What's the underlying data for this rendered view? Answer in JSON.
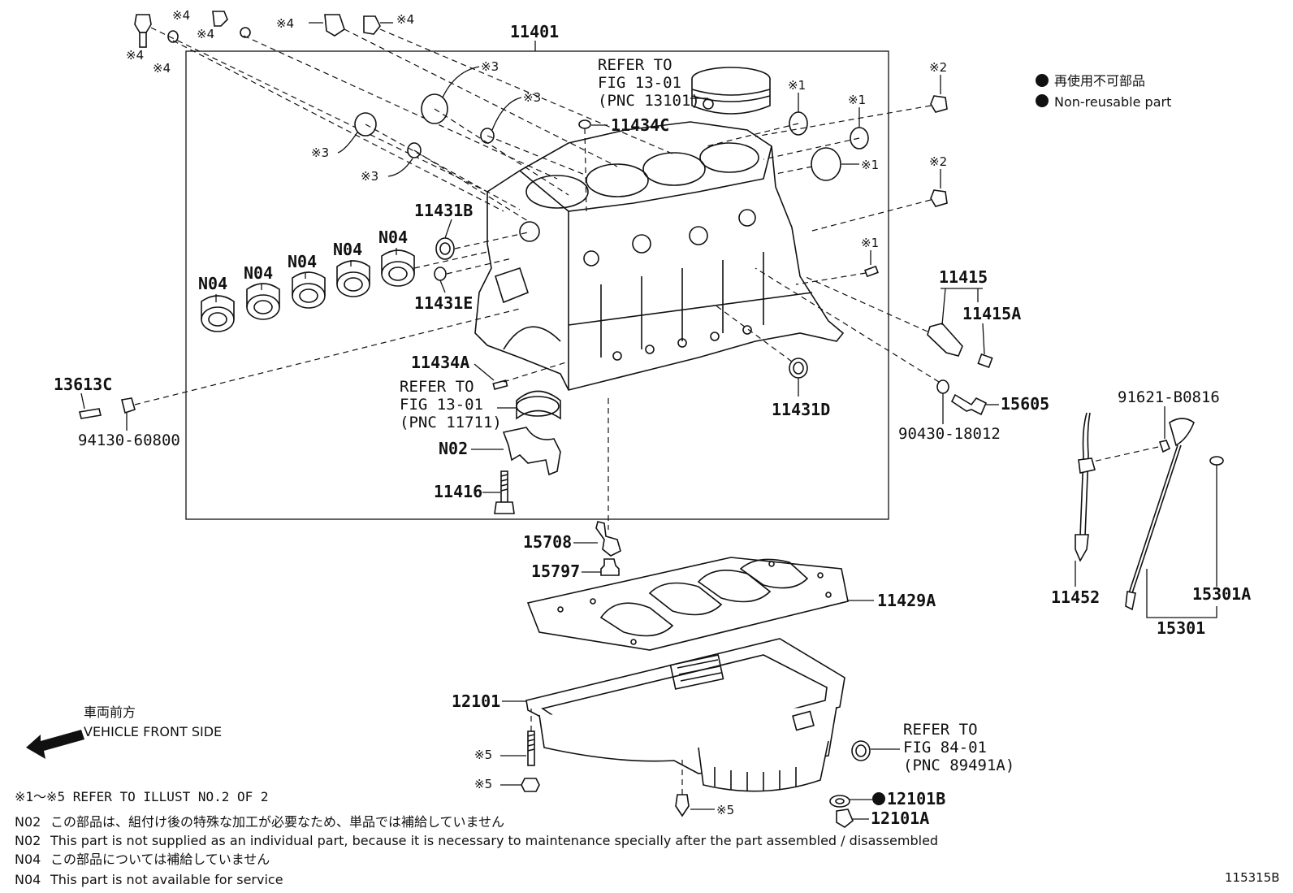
{
  "diagram": {
    "callouts": {
      "p11401": "11401",
      "p11434C": "11434C",
      "p11431B": "11431B",
      "p11431E": "11431E",
      "p11434A": "11434A",
      "p11431D": "11431D",
      "p11415": "11415",
      "p11415A": "11415A",
      "p15605": "15605",
      "p90430": "90430-18012",
      "p13613C": "13613C",
      "p94130": "94130-60800",
      "n02": "N02",
      "p11416": "11416",
      "p15708": "15708",
      "p15797": "15797",
      "p11429A": "11429A",
      "p12101": "12101",
      "p12101B": "12101B",
      "p12101A": "12101A",
      "p91621": "91621-B0816",
      "p11452": "11452",
      "p15301A": "15301A",
      "p15301": "15301"
    },
    "n04_labels": [
      "N04",
      "N04",
      "N04",
      "N04",
      "N04"
    ],
    "marks": {
      "m1": "※1",
      "m2": "※2",
      "m3": "※3",
      "m4": "※4",
      "m5": "※5"
    },
    "refer_piston": [
      "REFER TO",
      "FIG 13-01",
      "(PNC 13101)"
    ],
    "refer_bearing": [
      "REFER TO",
      "FIG 13-01",
      "(PNC 11711)"
    ],
    "refer_gasket": [
      "REFER TO",
      "FIG 84-01",
      "(PNC 89491A)"
    ]
  },
  "legend": {
    "jp": "再使用不可部品",
    "en": "Non-reusable part"
  },
  "front": {
    "jp": "車両前方",
    "en": "VEHICLE FRONT SIDE"
  },
  "notes": {
    "refer": "※1～※5 REFER TO ILLUST NO.2 OF 2",
    "n02_jp_code": "N02",
    "n02_jp": "この部品は、組付け後の特殊な加工が必要なため、単品では補給していません",
    "n02_en_code": "N02",
    "n02_en": "This part is not supplied as an individual part, because it is necessary to maintenance specially after the part assembled / disassembled",
    "n04_jp_code": "N04",
    "n04_jp": "この部品については補給していません",
    "n04_en_code": "N04",
    "n04_en": "This part is not available for service"
  },
  "illust_id": "115315B"
}
